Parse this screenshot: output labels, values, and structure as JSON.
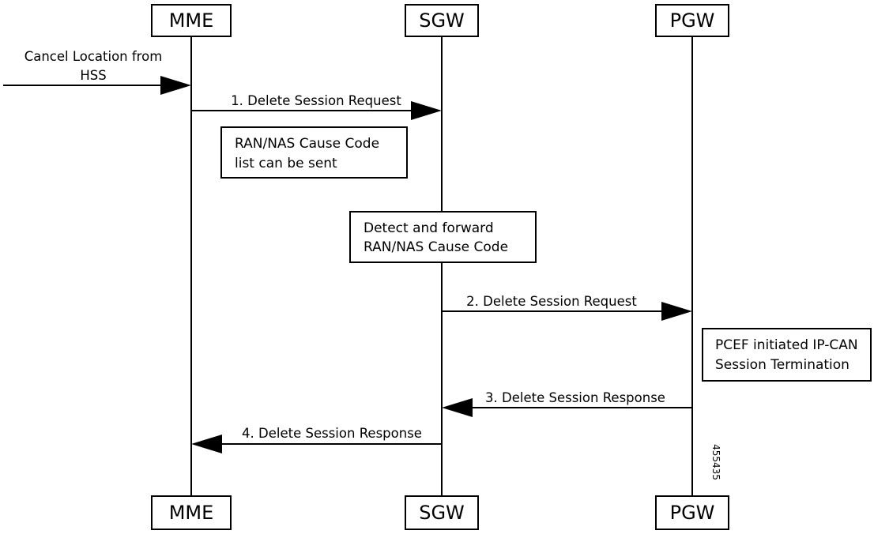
{
  "participants": [
    {
      "id": "mme",
      "label": "MME"
    },
    {
      "id": "sgw",
      "label": "SGW"
    },
    {
      "id": "pgw",
      "label": "PGW"
    }
  ],
  "trigger": {
    "line1": "Cancel Location from",
    "line2": "HSS"
  },
  "messages": [
    {
      "label": "1. Delete Session Request",
      "from": "mme",
      "to": "sgw"
    },
    {
      "label": "2. Delete Session Request",
      "from": "sgw",
      "to": "pgw"
    },
    {
      "label": "3. Delete Session Response",
      "from": "pgw",
      "to": "sgw"
    },
    {
      "label": "4. Delete Session Response",
      "from": "sgw",
      "to": "mme"
    }
  ],
  "notes": [
    {
      "lines": [
        "RAN/NAS Cause Code",
        "list can be sent"
      ]
    },
    {
      "lines": [
        "Detect and forward",
        "RAN/NAS Cause Code"
      ]
    },
    {
      "lines": [
        "PCEF initiated IP-CAN",
        "Session Termination"
      ]
    }
  ],
  "figure_id": "455435"
}
